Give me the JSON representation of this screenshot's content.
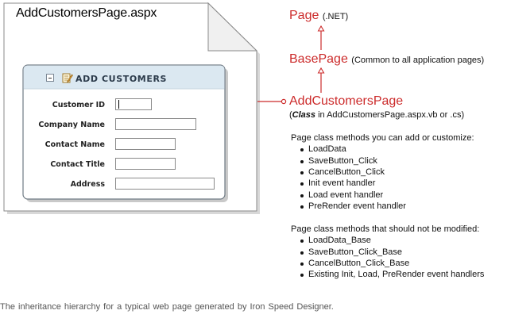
{
  "document": {
    "filename": "AddCustomersPage.aspx",
    "panel": {
      "title": "ADD CUSTOMERS",
      "fields": [
        {
          "label": "Customer ID"
        },
        {
          "label": "Company Name"
        },
        {
          "label": "Contact Name"
        },
        {
          "label": "Contact Title"
        },
        {
          "label": "Address"
        }
      ]
    }
  },
  "hierarchy": {
    "page": {
      "name": "Page",
      "note": "(.NET)"
    },
    "base_page": {
      "name": "BasePage",
      "note": "(Common to all application pages)"
    },
    "class_page": {
      "name": "AddCustomersPage",
      "note_open": "(",
      "note_bold": "Class",
      "note_rest": " in AddCustomersPage.aspx.vb or .cs)"
    }
  },
  "customizable": {
    "heading": "Page class methods you can add or customize:",
    "items": [
      "LoadData",
      "SaveButton_Click",
      "CancelButton_Click",
      "Init event handler",
      "Load event handler",
      "PreRender event handler"
    ]
  },
  "not_modifiable": {
    "heading": "Page class methods that should not be modified:",
    "items": [
      "LoadData_Base",
      "SaveButton_Click_Base",
      "CancelButton_Click_Base",
      "Existing Init, Load, PreRender event handlers"
    ]
  },
  "caption": "The inheritance hierarchy for a typical web page generated by Iron Speed Designer.",
  "colors": {
    "accent": "#cc2b2b",
    "panel_header": "#dbe8f1",
    "doc_border": "#8a8a8a"
  }
}
